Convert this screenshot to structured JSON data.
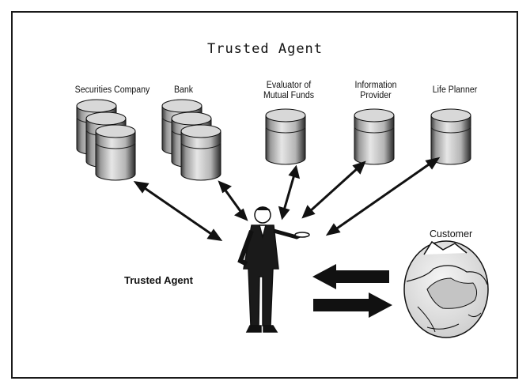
{
  "diagram": {
    "title": "Trusted Agent",
    "participants": [
      {
        "key": "securities",
        "label": "Securities Company"
      },
      {
        "key": "bank",
        "label": "Bank"
      },
      {
        "key": "evaluator",
        "label_line1": "Evaluator of",
        "label_line2": "Mutual Funds"
      },
      {
        "key": "info",
        "label_line1": "Information",
        "label_line2": "Provider"
      },
      {
        "key": "planner",
        "label": "Life Planner"
      }
    ],
    "agent_label": "Trusted Agent",
    "customer_label": "Customer"
  }
}
